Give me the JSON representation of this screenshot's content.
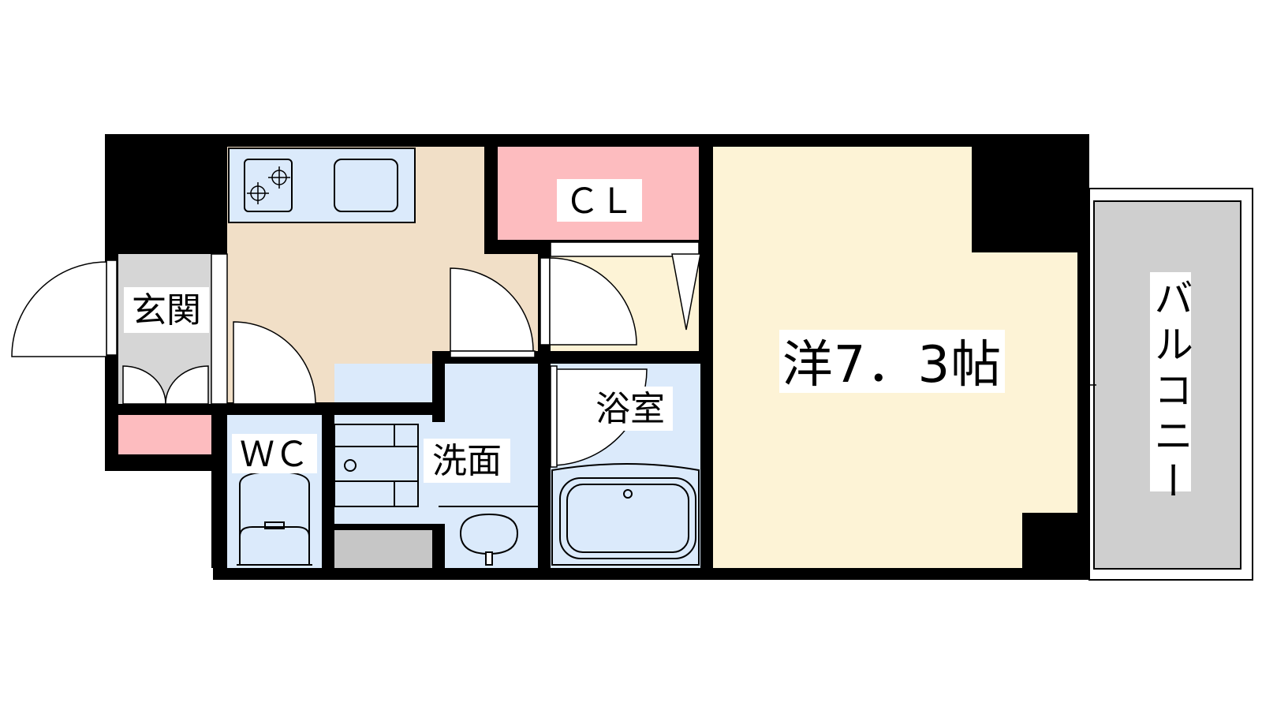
{
  "rooms": {
    "entrance": "玄関",
    "closet": "ＣＬ",
    "western_room": "洋7．3帖",
    "bathroom": "浴室",
    "washroom": "洗面",
    "toilet": "ＷＣ",
    "balcony": "バルコニー"
  },
  "colors": {
    "wall": "#000000",
    "kitchen_floor": "#f1dfc7",
    "room_floor": "#fdf3d6",
    "closet_fill": "#fdbcbf",
    "wet_area_fill": "#dbeafb",
    "entrance_fill": "#d6d6d6",
    "balcony_fill": "#cfcfcf",
    "storage_fill": "#c6c6c6"
  }
}
